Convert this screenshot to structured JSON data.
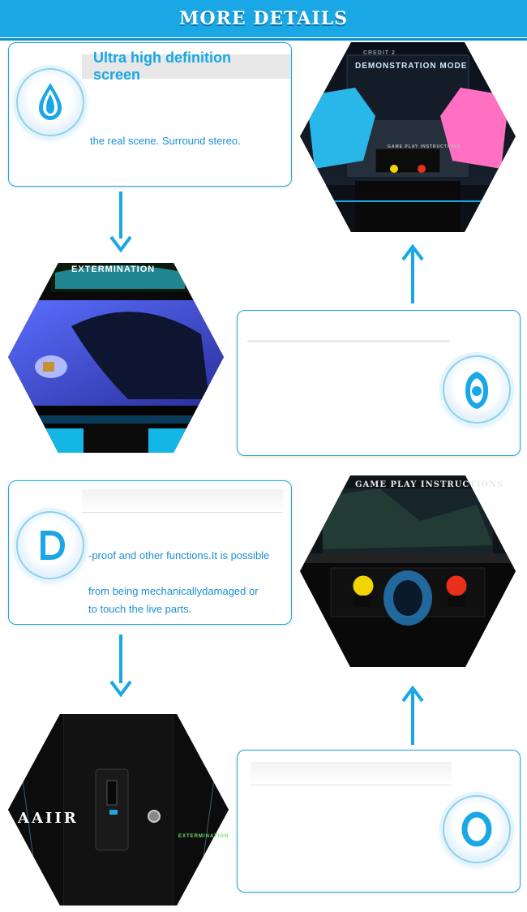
{
  "banner": {
    "title": "MORE  DETAILS"
  },
  "section1": {
    "title": "Ultra high definition screen",
    "line1": "the real scene. Surround stereo."
  },
  "section3": {
    "line1": "-proof and other functions.It is possible",
    "line2": "from being mechanicallydamaged or",
    "line3": "to touch the live parts."
  },
  "images": {
    "demo": {
      "screen_text": "DEMONSTRATION MODE",
      "panel_text": "GAME PLAY INSTRUCTIONS",
      "corner_text": "CREDIT 2"
    },
    "extermination": {
      "marquee_text": "EXTERMINATION"
    },
    "instructions": {
      "header_text": "GAME PLAY INSTRUCTIONS"
    },
    "cabinet": {
      "side_left": "AAIIR",
      "side_right": "EXTERMINATION"
    }
  },
  "colors": {
    "accent": "#1aa7e6",
    "cyan_gun": "#29b6e8",
    "pink_gun": "#ff6fc2",
    "button_yellow": "#f2d400",
    "button_red": "#e8301c"
  },
  "icons": [
    "water-drop-icon",
    "shield-icon",
    "d-letter-icon",
    "o-letter-icon",
    "arrow-down-icon",
    "arrow-up-icon"
  ]
}
